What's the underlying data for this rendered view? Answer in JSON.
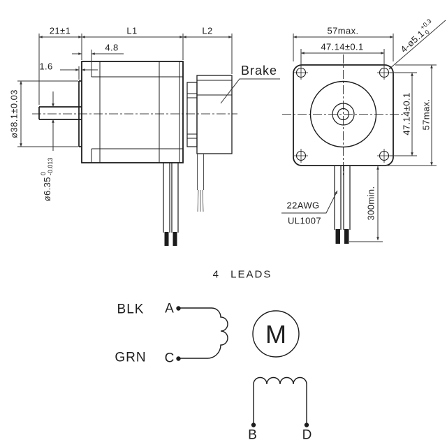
{
  "side_view": {
    "dim_shaft_length": "21±1",
    "dim_motor_length": "L1",
    "dim_brake_length": "L2",
    "dim_front_cap_depth": "4.8",
    "dim_pilot_depth": "1.6",
    "dim_pilot_diameter": "ø38.1±0.03",
    "shaft": {
      "diameter": "ø6.35",
      "tol_upper": "0",
      "tol_lower": "-0.013"
    },
    "brake_label": "Brake"
  },
  "front_view": {
    "dim_width": "57max.",
    "dim_hole_spacing_horizontal": "47.14±0.1",
    "dim_hole_spacing_vertical": "47.14±0.1",
    "dim_height": "57max.",
    "mounting_holes": {
      "note": "4-ø5.1",
      "tol_upper": "+0.3",
      "tol_lower": "0"
    },
    "dim_lead_length": "300min.",
    "lead_wire_note": {
      "line1": "22AWG",
      "line2": "UL1007"
    }
  },
  "schematic": {
    "title": "4 LEADS",
    "leads": [
      {
        "color": "BLK",
        "terminal": "A"
      },
      {
        "color": "GRN",
        "terminal": "C"
      },
      {
        "terminal": "B"
      },
      {
        "terminal": "D"
      }
    ],
    "motor_symbol": "M"
  },
  "colors": {
    "line": "#1c1c1c",
    "dim_line": "#333333",
    "background": "#ffffff"
  }
}
